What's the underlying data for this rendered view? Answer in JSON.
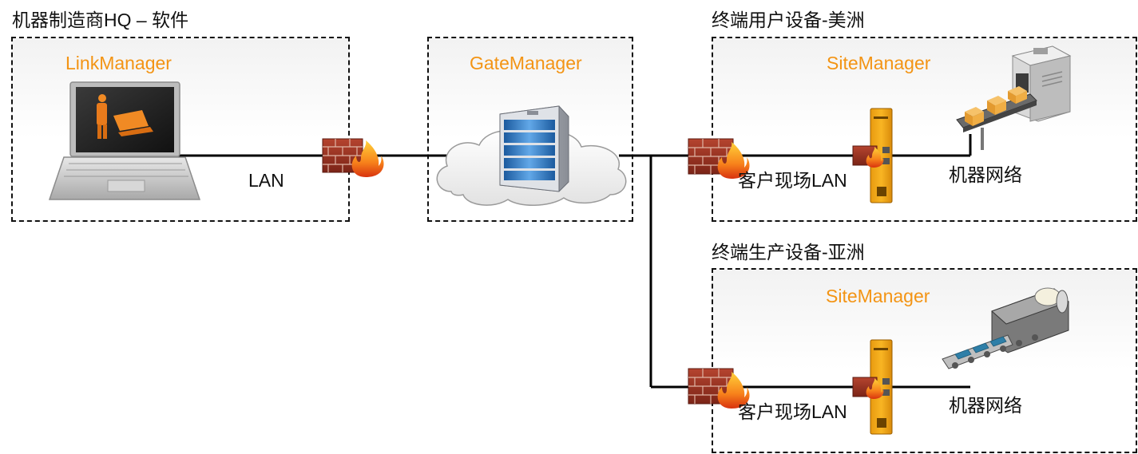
{
  "hq": {
    "caption": "机器制造商HQ – 软件",
    "product": "LinkManager",
    "link_label": "LAN"
  },
  "gateway": {
    "product": "GateManager"
  },
  "site_americas": {
    "caption": "终端用户设备-美洲",
    "product": "SiteManager",
    "lan_label": "客户现场LAN",
    "machine_label": "机器网络"
  },
  "site_asia": {
    "caption": "终端生产设备-亚洲",
    "product": "SiteManager",
    "lan_label": "客户现场LAN",
    "machine_label": "机器网络"
  },
  "colors": {
    "product_orange": "#f39414",
    "line": "#000000",
    "zone_border": "#111111"
  },
  "icons": [
    "laptop-icon",
    "firewall-icon",
    "cloud-icon",
    "server-icon",
    "sitemanager-device-icon",
    "conveyor-machine-icon",
    "printing-machine-icon"
  ]
}
